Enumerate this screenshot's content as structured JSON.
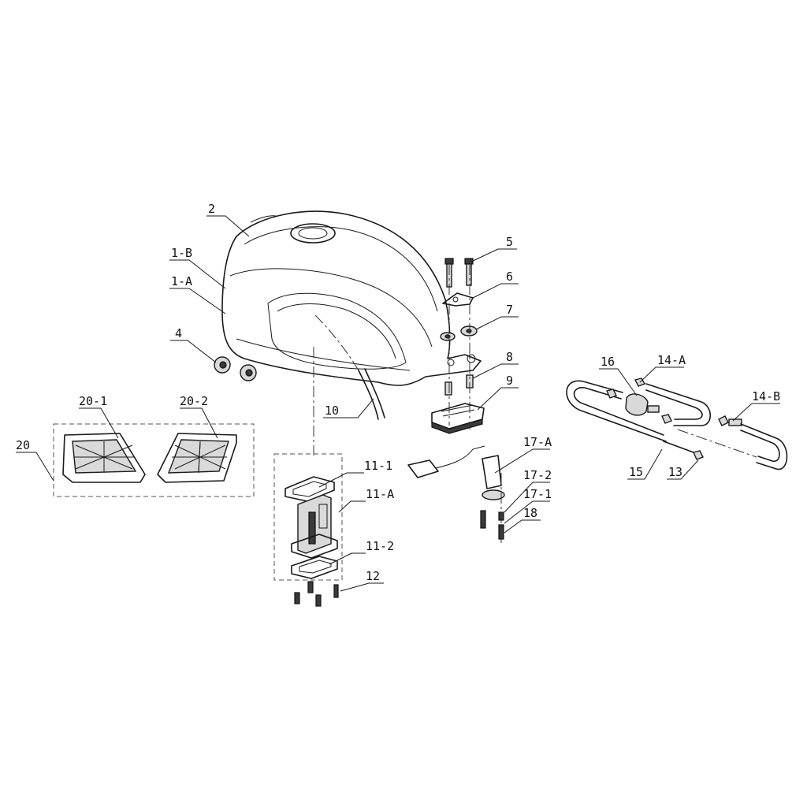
{
  "diagram": {
    "callouts": {
      "c2": "2",
      "c1b": "1-B",
      "c1a": "1-A",
      "c4": "4",
      "c5": "5",
      "c6": "6",
      "c7": "7",
      "c8": "8",
      "c9": "9",
      "c10": "10",
      "c111": "11-1",
      "c11a": "11-A",
      "c112": "11-2",
      "c12": "12",
      "c13": "13",
      "c14a": "14-A",
      "c14b": "14-B",
      "c15": "15",
      "c16": "16",
      "c17a": "17-A",
      "c172": "17-2",
      "c171": "17-1",
      "c18": "18",
      "c20": "20",
      "c201": "20-1",
      "c202": "20-2"
    }
  }
}
